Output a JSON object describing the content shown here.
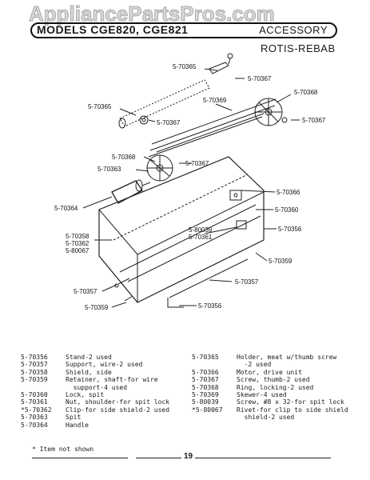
{
  "watermark": "AppliancePartsPros.com",
  "header": {
    "models": "MODELS CGE820, CGE821",
    "section": "ACCESSORY"
  },
  "subtitle": "ROTIS-REBAB",
  "callouts": [
    "5-70365",
    "5-70367",
    "5-70368",
    "5-70369",
    "5-70365",
    "5-70367",
    "5-70367",
    "5-70368",
    "5-70367",
    "5-70363",
    "5-70366",
    "5-70364",
    "5-70360",
    "5-80039",
    "5-70361",
    "5-70356",
    "5-70358",
    "5-70362",
    "5-80067",
    "5-70359",
    "5-70357",
    "5-70357",
    "5-70359",
    "5-70356"
  ],
  "parts_left": [
    {
      "no": "5-70356",
      "desc": "Stand-2 used"
    },
    {
      "no": "5-70357",
      "desc": "Support, wire-2 used"
    },
    {
      "no": "5-70358",
      "desc": "Shield, side"
    },
    {
      "no": "5-70359",
      "desc": "Retainer, shaft-for wire"
    },
    {
      "no": "",
      "desc": "  support-4 used"
    },
    {
      "no": "5-70360",
      "desc": "Lock, spit"
    },
    {
      "no": "5-70361",
      "desc": "Nut, shoulder-for spit lock"
    },
    {
      "no": "*5-70362",
      "desc": "Clip-for side shield-2 used"
    },
    {
      "no": "5-70363",
      "desc": "Spit"
    },
    {
      "no": "5-70364",
      "desc": "Handle"
    }
  ],
  "parts_right": [
    {
      "no": "5-70365",
      "desc": "Holder, meat w/thumb screw"
    },
    {
      "no": "",
      "desc": "  -2 used"
    },
    {
      "no": "5-70366",
      "desc": "Motor, drive unit"
    },
    {
      "no": "5-70367",
      "desc": "Screw, thumb-2 used"
    },
    {
      "no": "5-70368",
      "desc": "Ring, locking-2 used"
    },
    {
      "no": "5-70369",
      "desc": "Skewer-4 used"
    },
    {
      "no": "5-80039",
      "desc": "Screw, #8 x 32-for spit lock"
    },
    {
      "no": "*5-80067",
      "desc": "Rivet-for clip to side shield"
    },
    {
      "no": "",
      "desc": "  shield-2 used"
    }
  ],
  "footnote": "* Item not shown",
  "page_number": "19"
}
